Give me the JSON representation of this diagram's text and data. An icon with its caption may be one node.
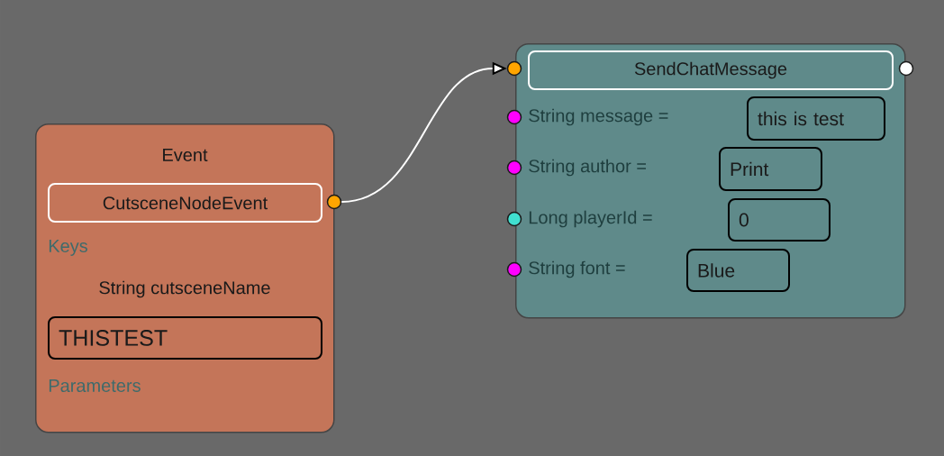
{
  "diagram": {
    "nodes": [
      {
        "text": [
          "Event",
          "Keys",
          "String cutsceneName",
          "Parameters"
        ]
      },
      {
        "text": [
          "CutsceneNodeEvent"
        ],
        "in": 0
      },
      {
        "text": [
          "THISTEST"
        ],
        "in": 0
      },
      {
        "text": [
          "String message =",
          "String author =",
          "Long playerId =",
          "String font ="
        ]
      },
      {
        "text": [
          "SendChatMessage"
        ],
        "in": 3
      },
      {
        "text": [
          "this is test"
        ],
        "in": 3
      },
      {
        "text": [
          "Print"
        ],
        "in": 3
      },
      {
        "text": [
          "0"
        ],
        "in": 3
      },
      {
        "text": [
          "Blue"
        ],
        "in": 3
      },
      {
        "text": [],
        "shape": "circle"
      },
      {
        "text": [],
        "shape": "circle"
      },
      {
        "text": [],
        "shape": "circle"
      },
      {
        "text": [],
        "shape": "circle"
      },
      {
        "text": [],
        "shape": "circle"
      },
      {
        "text": [],
        "shape": "circle"
      },
      {
        "text": [],
        "shape": "circle"
      }
    ],
    "edges": [
      {
        "from": 9,
        "to": 10,
        "arrow": "to"
      }
    ]
  }
}
